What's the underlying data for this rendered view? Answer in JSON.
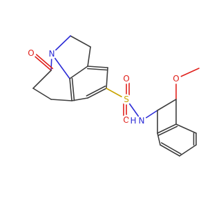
{
  "molecule": {
    "atoms": {
      "nitrogen_ring": "N",
      "carbonyl_oxygen": "O",
      "sulfur": "S",
      "sulfonyl_oxygen_top": "O",
      "sulfonyl_oxygen_bottom": "O",
      "amide_n": "N",
      "amide_h": "H",
      "methoxy_oxygen": "O"
    },
    "colors": {
      "carbon_bond": "#3c3c3c",
      "nitrogen": "#2b2bd6",
      "oxygen": "#e0201b",
      "sulfur": "#c9a400"
    }
  }
}
